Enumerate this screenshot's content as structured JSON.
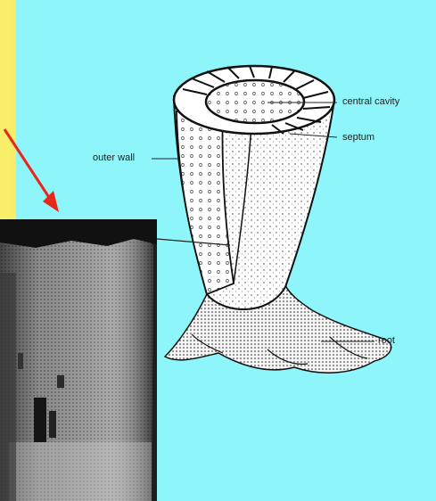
{
  "labels": {
    "central_cavity": "central cavity",
    "septum": "septum",
    "outer_wall": "outer wall",
    "root": "root"
  },
  "colors": {
    "background_yellow": "#F5E95A",
    "panel_cyan": "#8EF6FA",
    "arrow_red": "#E8261A"
  }
}
